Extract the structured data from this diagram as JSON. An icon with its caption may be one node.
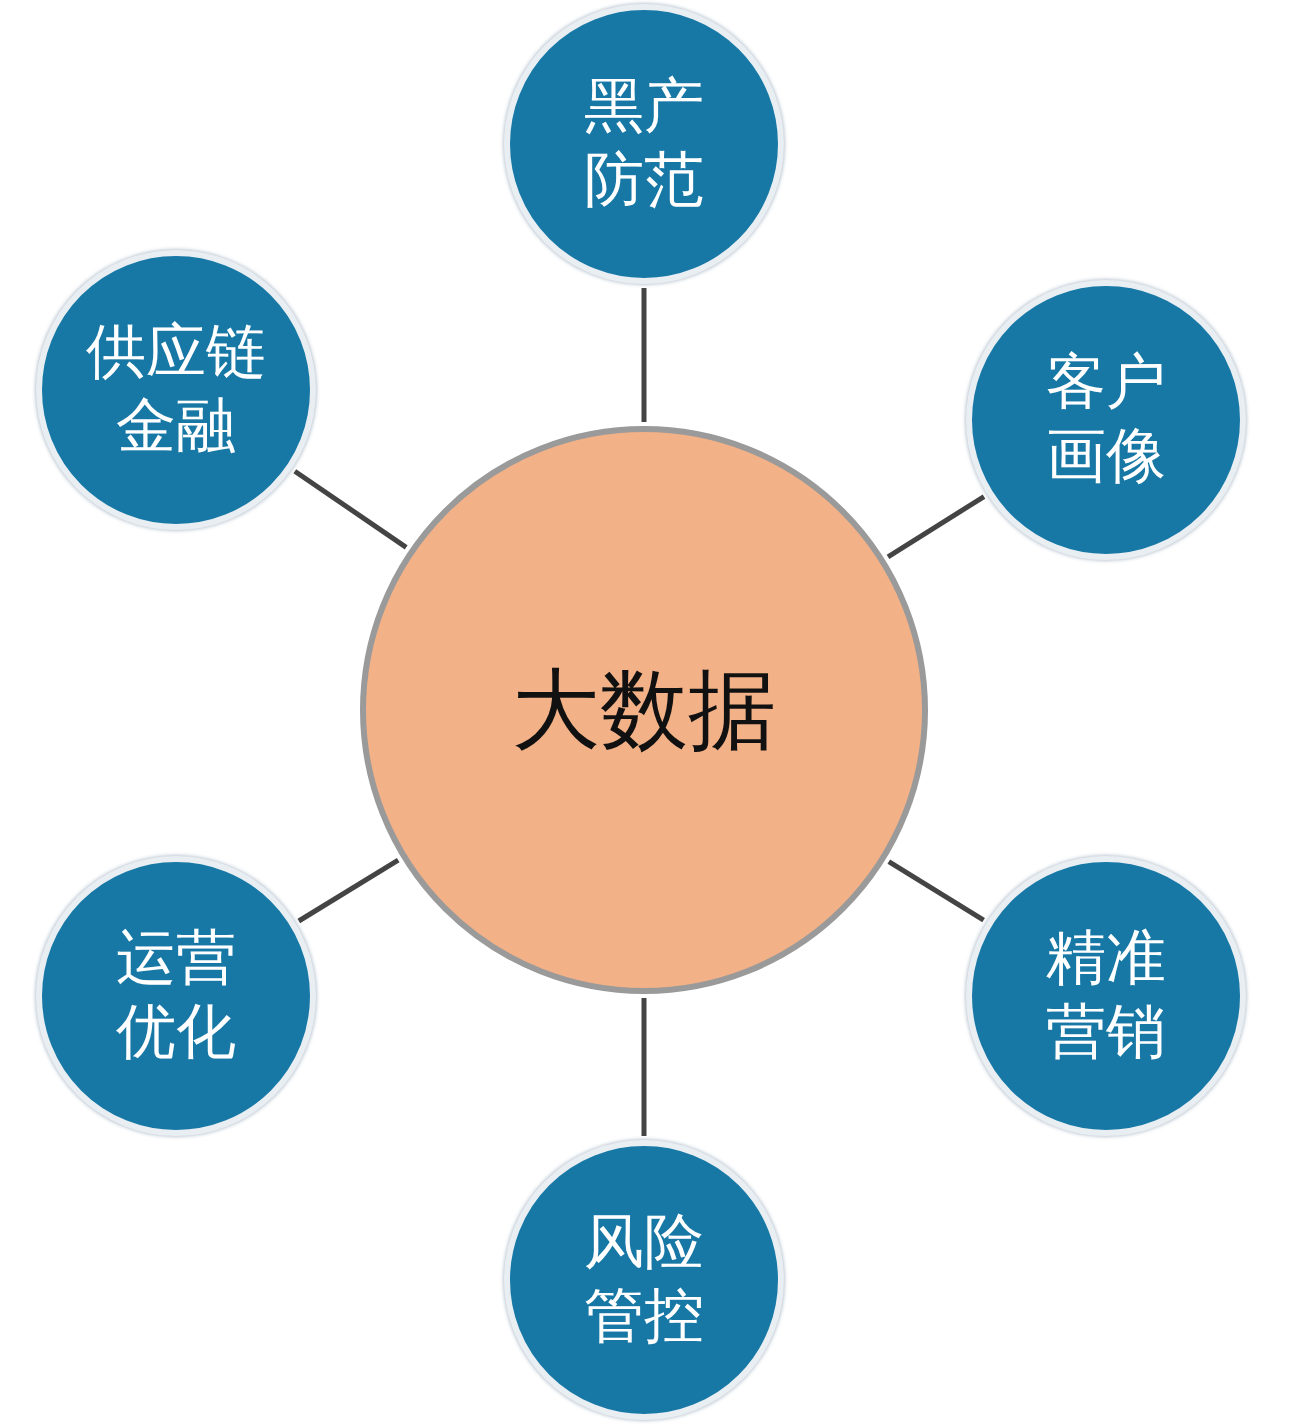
{
  "diagram": {
    "nodes": [
      {
        "text": [
          "大数据"
        ]
      },
      {
        "text": [
          "黑产防范"
        ]
      },
      {
        "text": [
          "客户画像"
        ]
      },
      {
        "text": [
          "精准营销"
        ]
      },
      {
        "text": [
          "风险管控"
        ]
      },
      {
        "text": [
          "运营优化"
        ]
      },
      {
        "text": [
          "供应链金融"
        ]
      }
    ],
    "edges": [
      {
        "from": 0,
        "to": 1,
        "arrow": "none"
      },
      {
        "from": 0,
        "to": 2,
        "arrow": "none"
      },
      {
        "from": 0,
        "to": 3,
        "arrow": "none"
      },
      {
        "from": 0,
        "to": 4,
        "arrow": "none"
      },
      {
        "from": 0,
        "to": 5,
        "arrow": "none"
      },
      {
        "from": 0,
        "to": 6,
        "arrow": "none"
      }
    ]
  }
}
